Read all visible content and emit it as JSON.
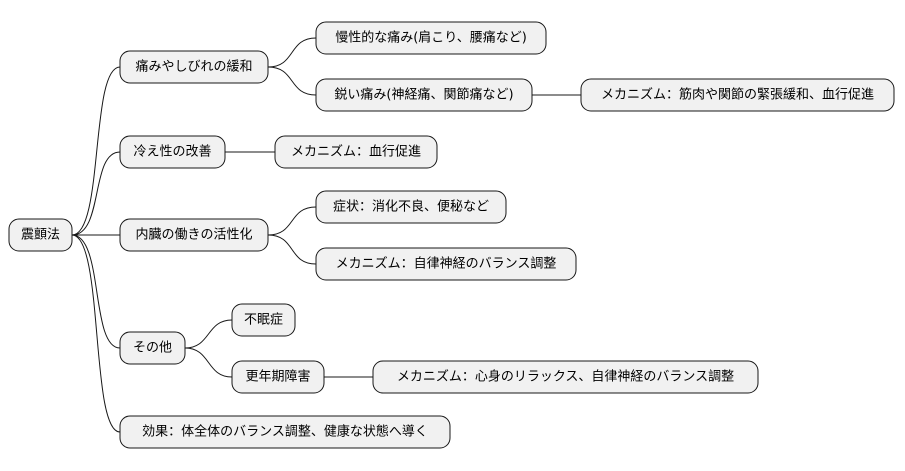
{
  "root": {
    "label": "震顫法"
  },
  "branches": [
    {
      "label": "痛みやしびれの緩和",
      "children": [
        {
          "label": "慢性的な痛み(肩こり、腰痛など)"
        },
        {
          "label": "鋭い痛み(神経痛、関節痛など)",
          "children": [
            {
              "label": "メカニズム：筋肉や関節の緊張緩和、血行促進"
            }
          ]
        }
      ]
    },
    {
      "label": "冷え性の改善",
      "children": [
        {
          "label": "メカニズム：血行促進"
        }
      ]
    },
    {
      "label": "内臓の働きの活性化",
      "children": [
        {
          "label": "症状：消化不良、便秘など"
        },
        {
          "label": "メカニズム：自律神経のバランス調整"
        }
      ]
    },
    {
      "label": "その他",
      "children": [
        {
          "label": "不眠症"
        },
        {
          "label": "更年期障害",
          "children": [
            {
              "label": "メカニズム：心身のリラックス、自律神経のバランス調整"
            }
          ]
        }
      ]
    },
    {
      "label": "効果：体全体のバランス調整、健康な状態へ導く"
    }
  ]
}
